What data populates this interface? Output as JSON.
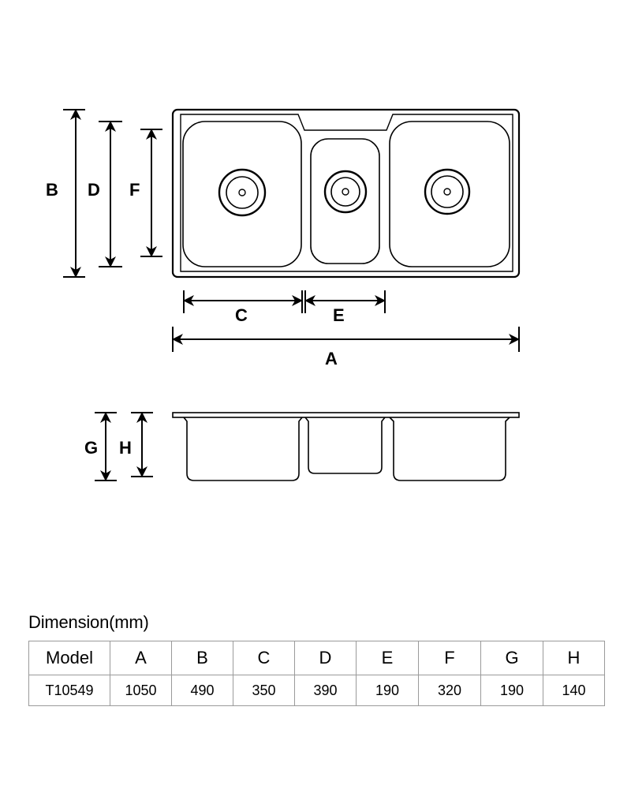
{
  "drawing": {
    "labels": {
      "A": "A",
      "B": "B",
      "C": "C",
      "D": "D",
      "E": "E",
      "F": "F",
      "G": "G",
      "H": "H"
    }
  },
  "dimension_table": {
    "title": "Dimension(mm)",
    "headers": [
      "Model",
      "A",
      "B",
      "C",
      "D",
      "E",
      "F",
      "G",
      "H"
    ],
    "rows": [
      [
        "T10549",
        "1050",
        "490",
        "350",
        "390",
        "190",
        "320",
        "190",
        "140"
      ]
    ]
  }
}
